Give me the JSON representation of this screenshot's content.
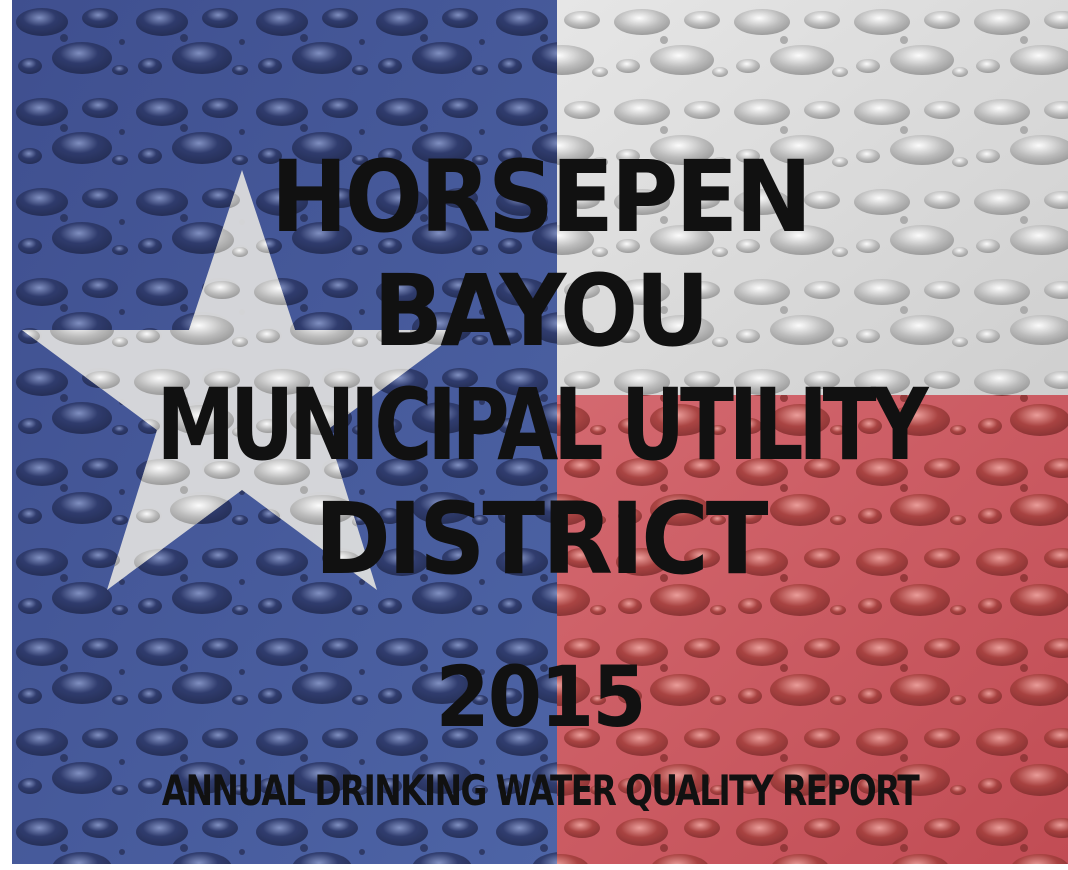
{
  "cover": {
    "title_lines": [
      "HORSEPEN",
      "BAYOU",
      "MUNICIPAL UTILITY",
      "DISTRICT"
    ],
    "year": "2015",
    "subtitle": "ANNUAL DRINKING WATER QUALITY REPORT"
  },
  "background": {
    "description_icon": "texas-flag-water-droplets-image",
    "colors": {
      "blue": "#3b4f8f",
      "white": "#d9d9d9",
      "red": "#c9525a"
    }
  }
}
